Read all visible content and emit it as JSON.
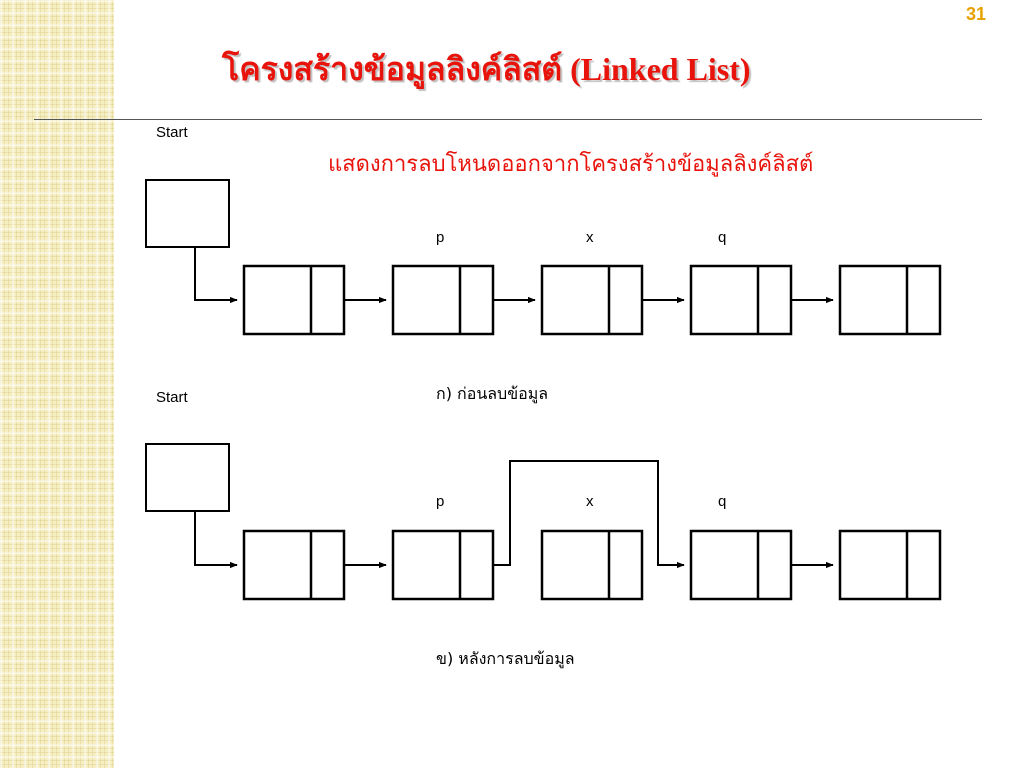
{
  "slide": {
    "page_number": "31",
    "title": "โครงสร้างข้อมูลลิงค์ลิสต์ (Linked List)",
    "subtitle": "แสดงการลบโหนดออกจากโครงสร้างข้อมูลลิงค์ลิสต์"
  },
  "diagram_before": {
    "start_label": "Start",
    "pointer_p": "p",
    "pointer_x": "x",
    "pointer_q": "q",
    "caption": "ก) ก่อนลบข้อมูล"
  },
  "diagram_after": {
    "start_label": "Start",
    "pointer_p": "p",
    "pointer_x": "x",
    "pointer_q": "q",
    "caption": "ข) หลังการลบข้อมูล"
  },
  "colors": {
    "title": "#e8140c",
    "page_number": "#e8a200",
    "side_pattern": "#f6efc4"
  }
}
